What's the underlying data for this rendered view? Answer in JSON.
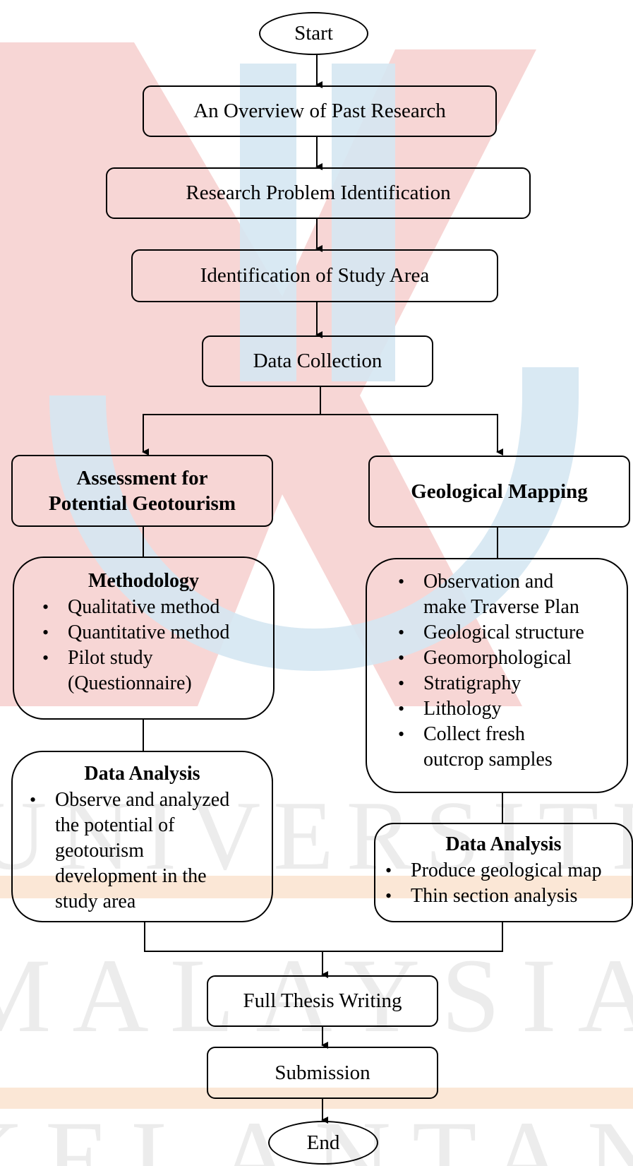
{
  "watermark": {
    "words": [
      "UNIVERSITI",
      "MALAYSIA",
      "KELANTAN"
    ],
    "colors": {
      "red": "#f6d2d0",
      "blue": "#d5e7f2",
      "orange": "#fbe7d6",
      "grey": "#ececec"
    }
  },
  "flow": {
    "start": "Start",
    "overview": "An Overview of Past Research",
    "problem": "Research Problem Identification",
    "study_area": "Identification of Study Area",
    "data_collection": "Data Collection",
    "assessment": [
      "Assessment for",
      "Potential Geotourism"
    ],
    "mapping": "Geological Mapping",
    "methodology": {
      "title": "Methodology",
      "items": [
        "Qualitative method",
        "Quantitative method",
        "Pilot study",
        "(Questionnaire)"
      ]
    },
    "mapping_steps": {
      "items": [
        "Observation and",
        "make Traverse Plan",
        "Geological structure",
        "Geomorphological",
        "Stratigraphy",
        "Lithology",
        "Collect fresh",
        "outcrop samples"
      ]
    },
    "analysis_left": {
      "title": "Data Analysis",
      "lines": [
        "Observe and analyzed",
        "the potential of",
        "geotourism",
        "development in the",
        "study area"
      ]
    },
    "analysis_right": {
      "title": "Data Analysis",
      "items": [
        "Produce geological map",
        "Thin section analysis"
      ]
    },
    "thesis": "Full Thesis Writing",
    "submission": "Submission",
    "end": "End"
  }
}
